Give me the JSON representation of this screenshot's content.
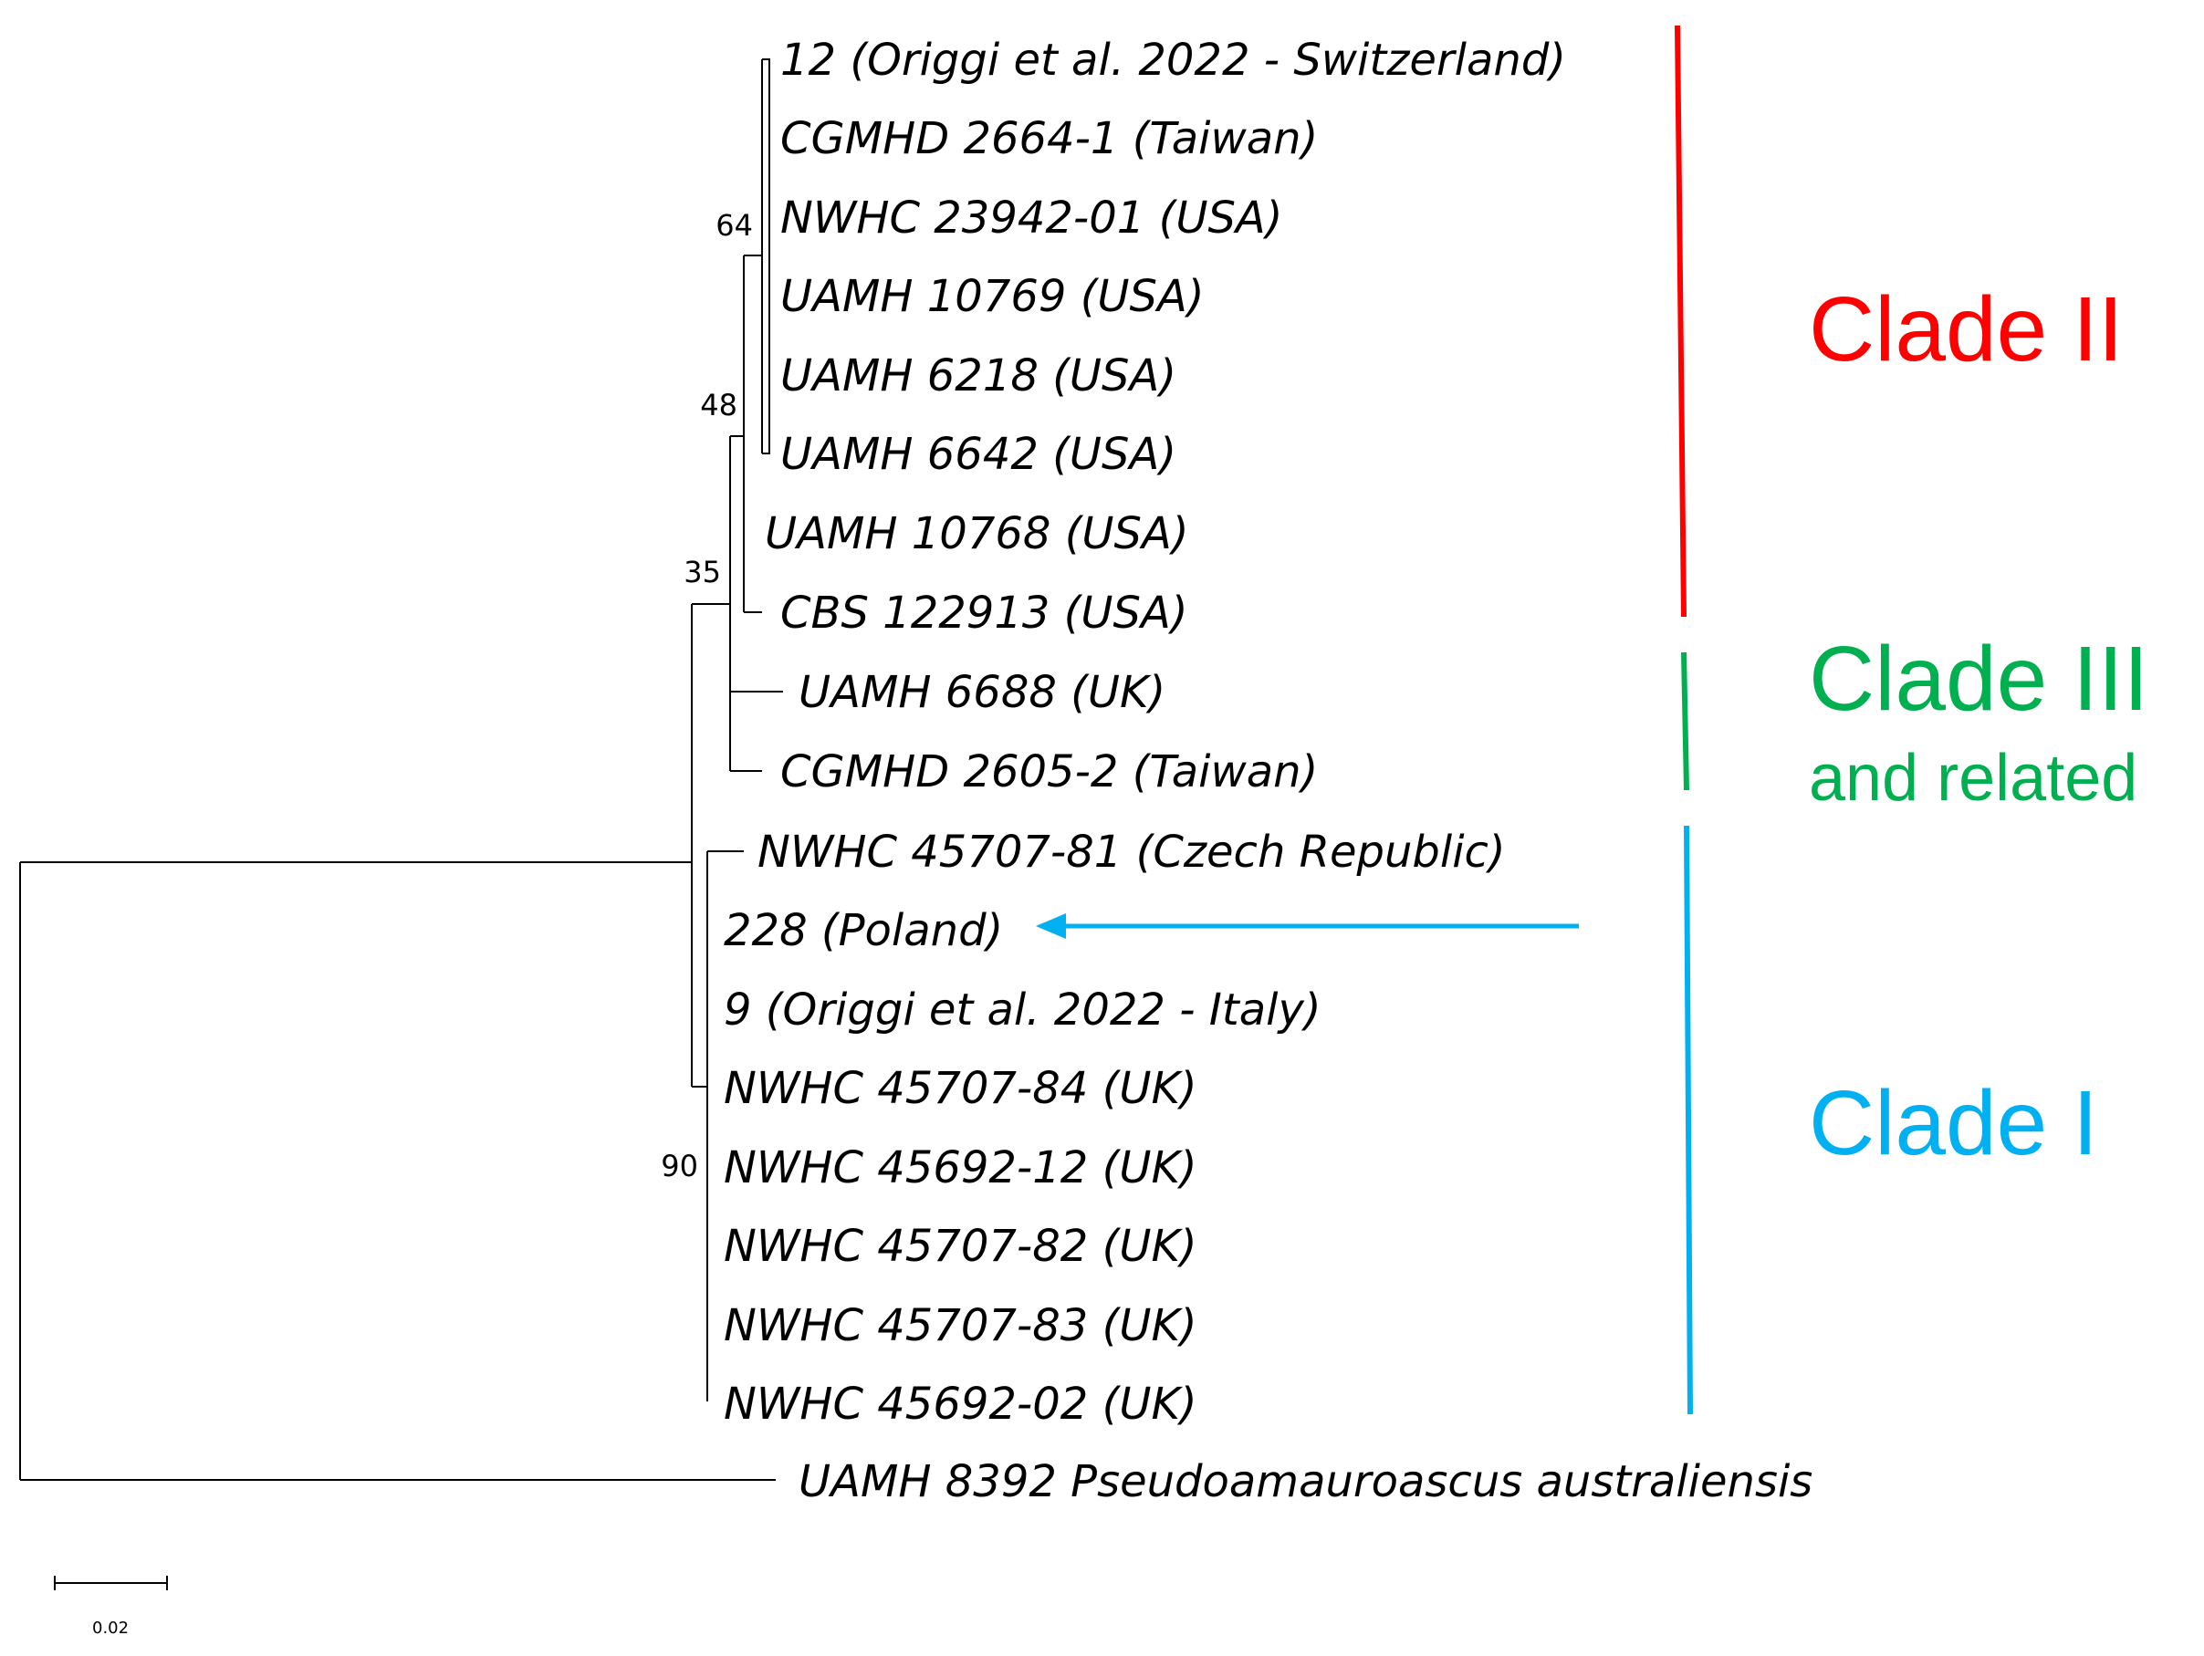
{
  "taxa": [
    "12 (Origgi et al. 2022 - Switzerland)",
    "CGMHD 2664-1 (Taiwan)",
    "NWHC 23942-01 (USA)",
    "UAMH 10769 (USA)",
    "UAMH 6218 (USA)",
    "UAMH 6642 (USA)",
    "UAMH 10768 (USA)",
    "CBS 122913 (USA)",
    "UAMH 6688 (UK)",
    "CGMHD 2605-2 (Taiwan)",
    "NWHC 45707-81 (Czech Republic)",
    "228 (Poland)",
    "9 (Origgi et al. 2022 - Italy)",
    "NWHC 45707-84 (UK)",
    "NWHC 45692-12 (UK)",
    "NWHC 45707-82 (UK)",
    "NWHC 45707-83 (UK)",
    "NWHC 45692-02 (UK)",
    "UAMH 8392 Pseudoamauroascus australiensis"
  ],
  "bootstrap": [
    "64",
    "48",
    "35",
    "90"
  ],
  "clades": {
    "clade_ii": {
      "label": "Clade II",
      "color": "#ff0000"
    },
    "clade_iii": {
      "label": "Clade III",
      "sub": "and related",
      "color": "#00b050"
    },
    "clade_i": {
      "label": "Clade I",
      "color": "#00b0f0"
    }
  },
  "highlight": {
    "taxon": "228 (Poland)",
    "color": "#00b0f0"
  },
  "scale_bar": {
    "label": "0.02"
  }
}
